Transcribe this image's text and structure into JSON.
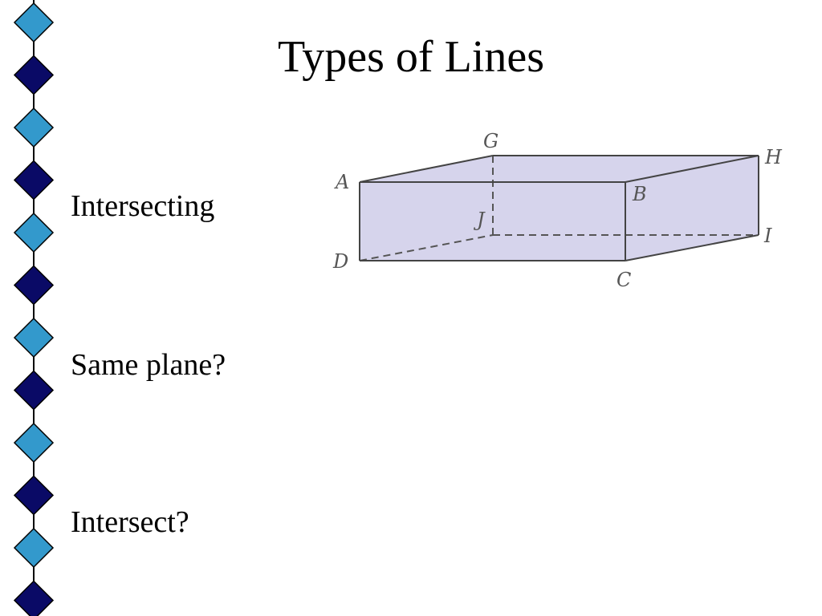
{
  "slide": {
    "title": "Types of Lines",
    "bullets": [
      "Intersecting",
      "Same plane?",
      "Intersect?"
    ]
  },
  "colors": {
    "diamond_light": "#3399cc",
    "diamond_dark": "#0a0a66",
    "face_fill": "#d6d4ec",
    "edge": "#444444"
  },
  "figure": {
    "vertices": {
      "A": "A",
      "B": "B",
      "C": "C",
      "D": "D",
      "G": "G",
      "H": "H",
      "I": "I",
      "J": "J"
    }
  }
}
